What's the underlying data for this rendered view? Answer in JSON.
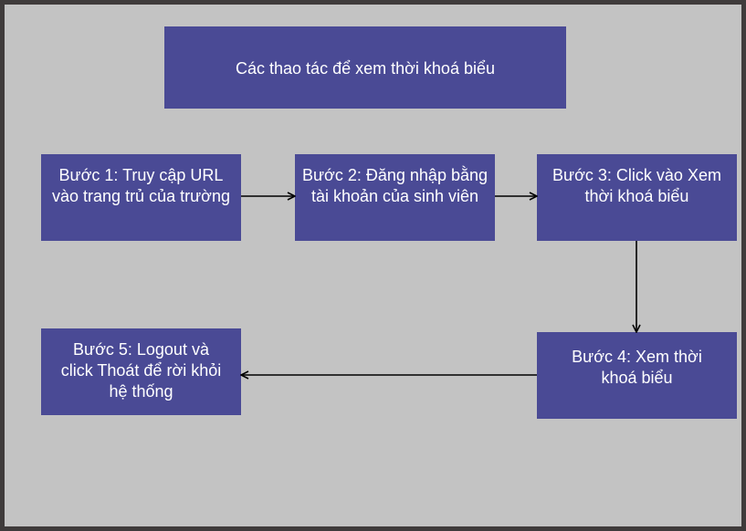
{
  "title": "Các thao tác để xem thời khoá biểu",
  "steps": [
    {
      "label": "Bước 1: Truy cập URL vào trang trủ của trường"
    },
    {
      "label": "Bước 2: Đăng nhập bằng tài khoản của sinh viên"
    },
    {
      "label": "Bước 3: Click vào Xem thời khoá biểu"
    },
    {
      "label": "Bước 4: Xem thời khoá biểu"
    },
    {
      "label": "Bước 5: Logout và click Thoát để rời khỏi hệ thống"
    }
  ],
  "colors": {
    "frame": "#3f3b3b",
    "background": "#c3c3c3",
    "box_fill": "#4a4a95",
    "box_text": "#ffffff",
    "arrow": "#000000"
  }
}
